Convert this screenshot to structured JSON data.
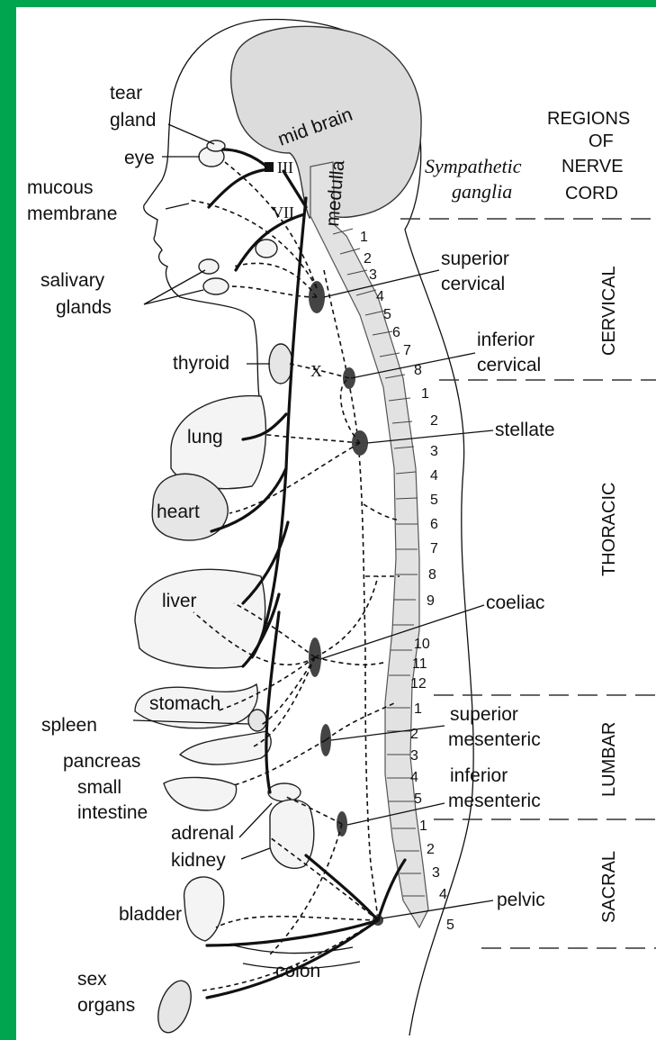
{
  "colors": {
    "frame": "#00a54f",
    "paper": "#ffffff",
    "brain": "#dcdcdc",
    "ink": "#111111"
  },
  "header": {
    "sympathetic_1": "Sympathetic",
    "sympathetic_2": "ganglia",
    "regions_1": "REGIONS",
    "regions_2": "OF",
    "regions_3": "NERVE",
    "regions_4": "CORD"
  },
  "brain": {
    "mid_brain": "mid brain",
    "medulla": "medulla"
  },
  "cranial": {
    "iii": "III",
    "vii": "VII",
    "x": "X"
  },
  "organs": {
    "tear_1": "tear",
    "tear_2": "gland",
    "eye": "eye",
    "mucous_1": "mucous",
    "mucous_2": "membrane",
    "salivary_1": "salivary",
    "salivary_2": "glands",
    "thyroid": "thyroid",
    "lung": "lung",
    "heart": "heart",
    "liver": "liver",
    "stomach": "stomach",
    "spleen": "spleen",
    "pancreas": "pancreas",
    "small_1": "small",
    "small_2": "intestine",
    "adrenal": "adrenal",
    "kidney": "kidney",
    "bladder": "bladder",
    "colon": "colon",
    "sex_1": "sex",
    "sex_2": "organs"
  },
  "ganglia": {
    "superior_cervical_1": "superior",
    "superior_cervical_2": "cervical",
    "inferior_cervical_1": "inferior",
    "inferior_cervical_2": "cervical",
    "stellate": "stellate",
    "coeliac": "coeliac",
    "superior_mesenteric_1": "superior",
    "superior_mesenteric_2": "mesenteric",
    "inferior_mesenteric_1": "inferior",
    "inferior_mesenteric_2": "mesenteric",
    "pelvic": "pelvic"
  },
  "regions": {
    "cervical": "CERVICAL",
    "thoracic": "THORACIC",
    "lumbar": "LUMBAR",
    "sacral": "SACRAL"
  },
  "vertebrae": {
    "cervical": [
      "1",
      "2",
      "3",
      "4",
      "5",
      "6",
      "7",
      "8"
    ],
    "thoracic": [
      "1",
      "2",
      "3",
      "4",
      "5",
      "6",
      "7",
      "8",
      "9",
      "10",
      "11",
      "12"
    ],
    "lumbar": [
      "1",
      "2",
      "3",
      "4",
      "5"
    ],
    "sacral": [
      "1",
      "2",
      "3",
      "4",
      "5"
    ]
  }
}
